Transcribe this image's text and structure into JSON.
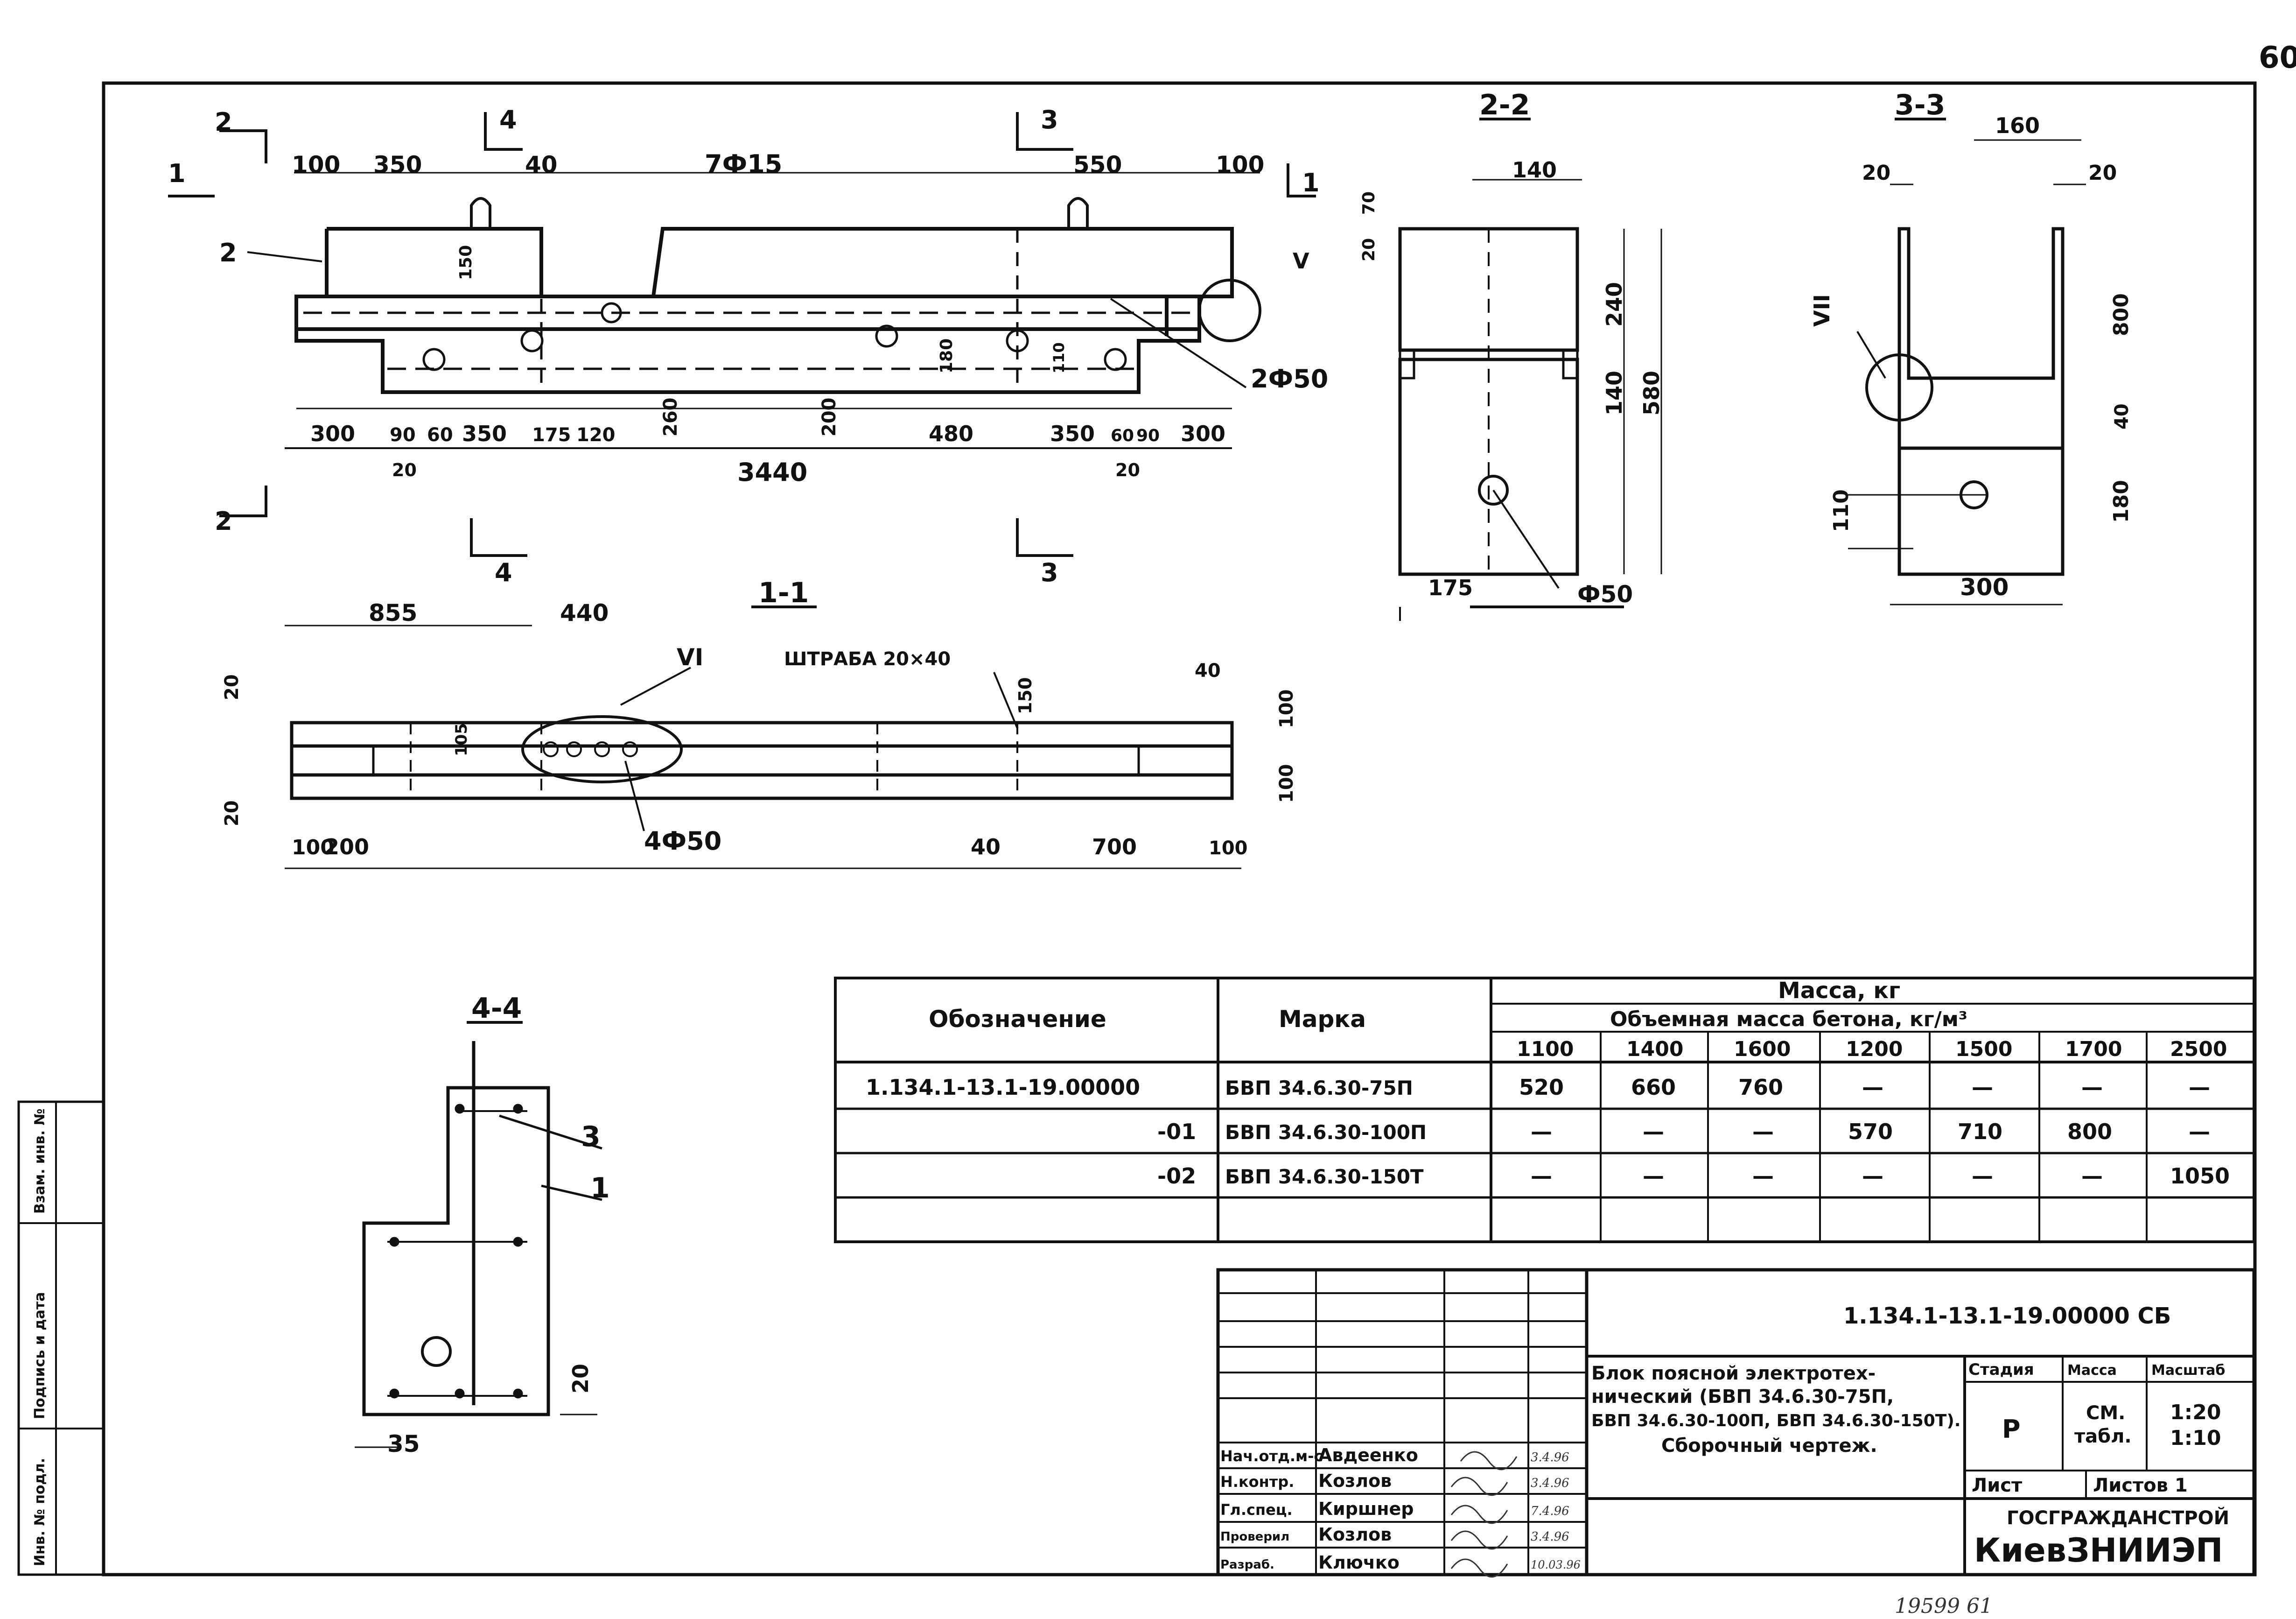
{
  "page_number": "60",
  "elevation": {
    "dims_top": [
      "100",
      "350",
      "40",
      "7Ф15",
      "550",
      "100"
    ],
    "dims_bottom": [
      "300",
      "90",
      "60",
      "350",
      "175",
      "120",
      "260",
      "200",
      "480",
      "350",
      "60",
      "90",
      "300"
    ],
    "dims_small": [
      "20",
      "20"
    ],
    "dims_vertical": [
      "150",
      "180",
      "110"
    ],
    "overall": "3440",
    "callouts": [
      "2",
      "2Ф50",
      "V"
    ],
    "section_marks": [
      "1",
      "1",
      "2",
      "2",
      "3",
      "3",
      "4",
      "4"
    ]
  },
  "section_1_1": {
    "title": "1-1",
    "dims": [
      "855",
      "440",
      "100",
      "200",
      "40",
      "700",
      "100",
      "40",
      "20",
      "20",
      "100",
      "100",
      "105",
      "150"
    ],
    "callouts": [
      "VI",
      "ШТРАБА 20×40",
      "4Ф50"
    ]
  },
  "section_2_2": {
    "title": "2-2",
    "dims": [
      "140",
      "70",
      "20",
      "240",
      "140",
      "580",
      "175",
      "Ф50"
    ]
  },
  "section_3_3": {
    "title": "3-3",
    "dims": [
      "160",
      "20",
      "20",
      "800",
      "40",
      "180",
      "110",
      "300"
    ],
    "callouts": [
      "VII"
    ]
  },
  "section_4_4": {
    "title": "4-4",
    "callouts": [
      "3",
      "1"
    ],
    "dims": [
      "20",
      "35"
    ]
  },
  "mass_table": {
    "header_designation": "Обозначение",
    "header_mark": "Марка",
    "header_mass": "Масса, кг",
    "header_density": "Объемная масса бетона, кг/м³",
    "density_columns": [
      "1100",
      "1400",
      "1600",
      "1200",
      "1500",
      "1700",
      "2500"
    ],
    "rows": [
      {
        "designation": "1.134.1-13.1-19.00000",
        "mark": "БВП 34.6.30-75П",
        "values": [
          "520",
          "660",
          "760",
          "—",
          "—",
          "—",
          "—"
        ]
      },
      {
        "designation": "-01",
        "mark": "БВП 34.6.30-100П",
        "values": [
          "—",
          "—",
          "—",
          "570",
          "710",
          "800",
          "—"
        ]
      },
      {
        "designation": "-02",
        "mark": "БВП 34.6.30-150Т",
        "values": [
          "—",
          "—",
          "—",
          "—",
          "—",
          "—",
          "1050"
        ]
      },
      {
        "designation": "",
        "mark": "",
        "values": [
          "",
          "",
          "",
          "",
          "",
          "",
          ""
        ]
      }
    ]
  },
  "title_block": {
    "doc_code": "1.134.1-13.1-19.00000 СБ",
    "name_lines": [
      "Блок поясной электротех-",
      "нический (БВП 34.6.30-75П,",
      "БВП 34.6.30-100П, БВП 34.6.30-150Т).",
      "Сборочный чертеж."
    ],
    "stage_label": "Стадия",
    "mass_label": "Масса",
    "scale_label": "Масштаб",
    "stage_value": "Р",
    "mass_value_1": "СМ.",
    "mass_value_2": "табл.",
    "scale_value_1": "1:20",
    "scale_value_2": "1:10",
    "sheet_label": "Лист",
    "sheets_label": "Листов 1",
    "org_1": "ГОСГРАЖДАНСТРОЙ",
    "org_2": "КиевЗНИИЭП",
    "signatures": [
      {
        "role": "Нач.отд.м-с",
        "name": "Авдеенко",
        "date": "3.4.96"
      },
      {
        "role": "Н.контр.",
        "name": "Козлов",
        "date": "3.4.96"
      },
      {
        "role": "Гл.спец.",
        "name": "Киршнер",
        "date": "7.4.96"
      },
      {
        "role": "Проверил",
        "name": "Козлов",
        "date": "3.4.96"
      },
      {
        "role": "Разраб.",
        "name": "Ключко",
        "date": "10.03.96"
      }
    ]
  },
  "side_stamp": [
    "Взам. инв. №",
    "Подпись и дата",
    "Инв. № подл."
  ],
  "footer_note": "19599  61"
}
